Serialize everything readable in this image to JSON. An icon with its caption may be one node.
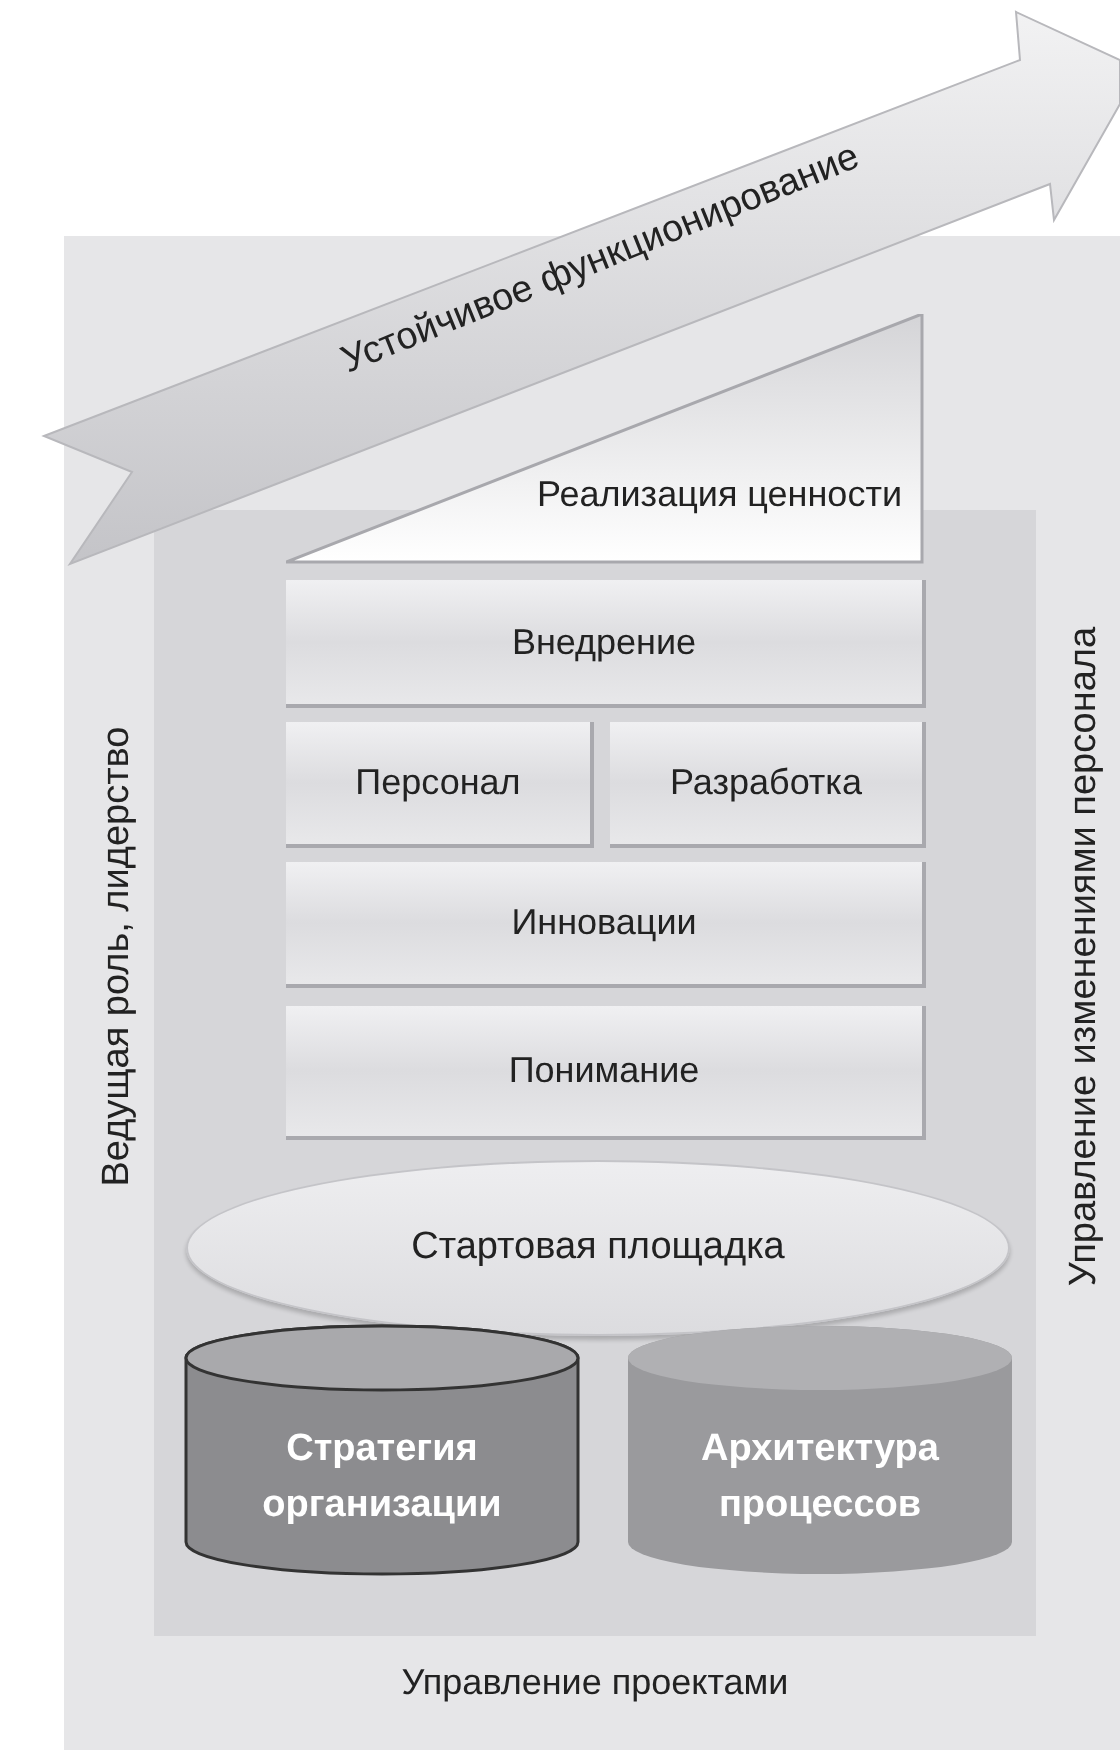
{
  "diagram": {
    "nodes": [
      {
        "text": [
          "Ведущая роль, лидерство",
          "Управление изменениями персонала"
        ]
      },
      {
        "text": [],
        "shape": "box",
        "in": 0,
        "beside": [
          "Управление проектами"
        ]
      },
      {
        "text": [
          "Устойчивое функционирование"
        ]
      },
      {
        "text": [
          "Реализация ценности"
        ],
        "in": 0
      },
      {
        "text": [
          "Внедрение"
        ],
        "in": 1
      },
      {
        "text": [
          "Персонал"
        ],
        "in": 1
      },
      {
        "text": [
          "Разработка"
        ],
        "in": 1
      },
      {
        "text": [
          "Инновации"
        ],
        "in": 1
      },
      {
        "text": [
          "Понимание"
        ],
        "in": 1
      },
      {
        "text": [
          "Стартовая площадка"
        ],
        "in": 1
      },
      {
        "text": [
          "Стратегия организации"
        ],
        "in": 1
      },
      {
        "text": [
          "Архитектура процессов"
        ],
        "in": 1
      }
    ]
  }
}
